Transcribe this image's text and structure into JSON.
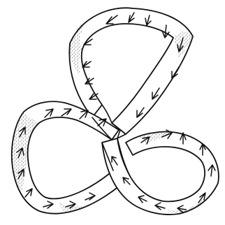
{
  "figure": {
    "subject": "trefoil-band-sketch",
    "ink_color": "#111111",
    "paper_color": "#ffffff",
    "shading": "stippled",
    "arrow_marks": "hand-drawn"
  }
}
